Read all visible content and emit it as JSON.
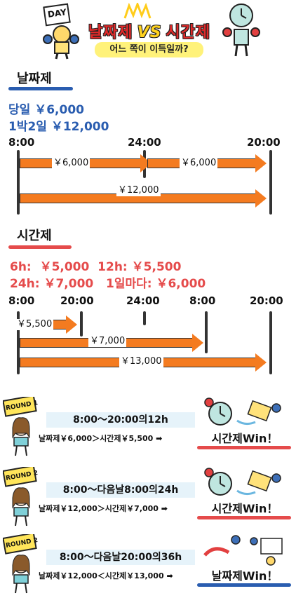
{
  "header": {
    "left_word": "날짜제",
    "vs": "VS",
    "right_word": "시간제",
    "subtitle": "어느 쪽이 이득일까?",
    "day_sign": "DAY"
  },
  "daily": {
    "title": "날짜제",
    "price1": "당일 ￥6,000",
    "price2": "1박2일 ￥12,000",
    "times": [
      "8:00",
      "24:00",
      "20:00"
    ],
    "arrow1": "￥6,000",
    "arrow2": "￥6,000",
    "arrow3": "￥12,000"
  },
  "hourly": {
    "title": "시간제",
    "price_row1": "6h:  ￥5,000  12h: ￥5,500",
    "price_row2": "24h: ￥7,000   1일마다: ￥6,000",
    "times": [
      "8:00",
      "20:00",
      "24:00",
      "8:00",
      "20:00"
    ],
    "arrow1": "￥5,500",
    "arrow2": "￥7,000",
    "arrow3": "￥13,000"
  },
  "rounds": [
    {
      "badge": "ROUND 1",
      "title": "8:00〜20:00의12h",
      "compare": "날짜제￥6,000＞시간제￥5,500 ➡",
      "result": "시간제Win！",
      "color": "#e54b4b"
    },
    {
      "badge": "ROUND 2",
      "title": "8:00〜다음날8:00의24h",
      "compare": "날짜제￥12,000＞시간제￥7,000 ➡",
      "result": "시간제Win！",
      "color": "#e54b4b"
    },
    {
      "badge": "ROUND 2",
      "title": "8:00〜다음날20:00의36h",
      "compare": "날짜제￥12,000＜시간제￥13,000 ➡",
      "result": "날짜제Win！",
      "color": "#2a5db0"
    }
  ]
}
